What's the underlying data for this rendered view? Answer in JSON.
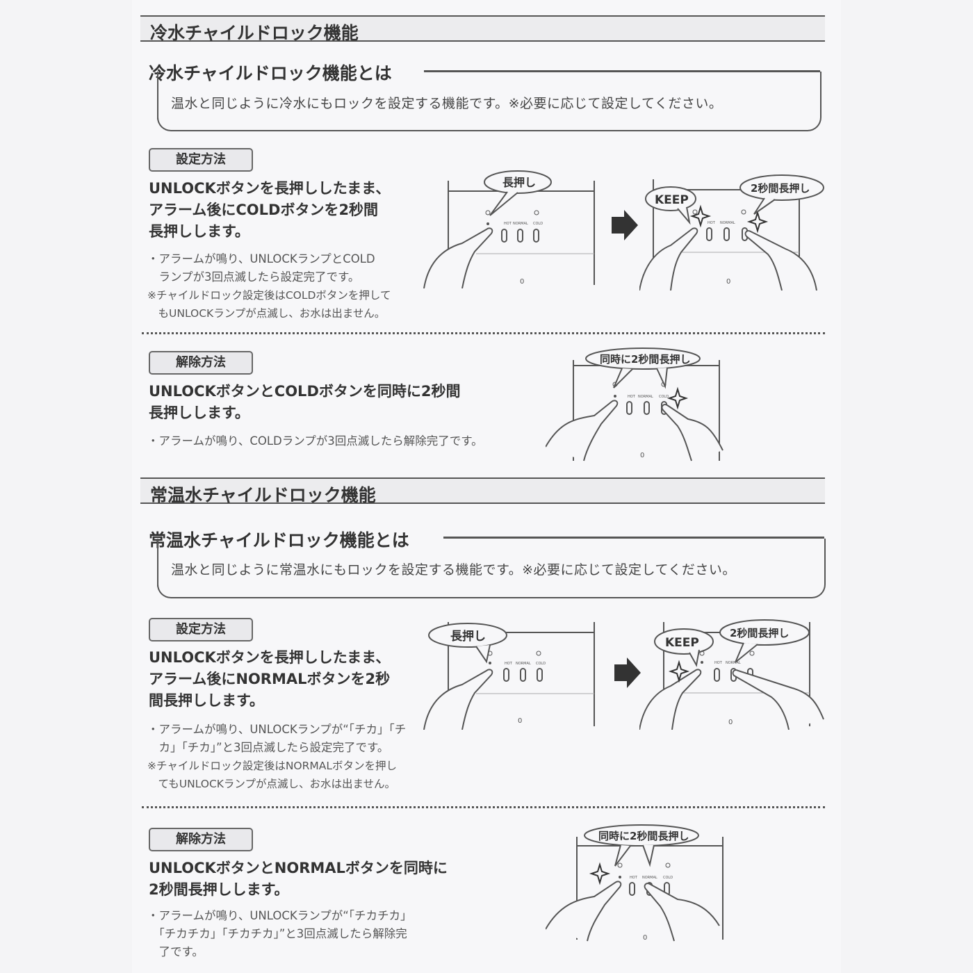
{
  "cold": {
    "header": "冷水チャイルドロック機能",
    "subtitle": "冷水チャイルドロック機能とは",
    "description": "温水と同じように冷水にもロックを設定する機能です。※必要に応じて設定してください。",
    "setting": {
      "tag": "設定方法",
      "instruction_lines": [
        "UNLOCKボタンを長押ししたまま、",
        "アラーム後にCOLDボタンを2秒間",
        "長押しします。"
      ],
      "note_lines": [
        "・アラームが鳴り、UNLOCKランプとCOLD",
        "　ランプが3回点滅したら設定完了です。",
        "※チャイルドロック設定後はCOLDボタンを押して",
        "　もUNLOCKランプが点滅し、お水は出ません。"
      ],
      "bubble_press": "長押し",
      "bubble_keep": "KEEP",
      "bubble_2sec": "2秒間長押し"
    },
    "release": {
      "tag": "解除方法",
      "instruction_lines": [
        "UNLOCKボタンとCOLDボタンを同時に2秒間",
        "長押しします。"
      ],
      "note_lines": [
        "・アラームが鳴り、COLDランプが3回点滅したら解除完了です。"
      ],
      "bubble_simul": "同時に2秒間長押し"
    }
  },
  "normal": {
    "header": "常温水チャイルドロック機能",
    "subtitle": "常温水チャイルドロック機能とは",
    "description": "温水と同じように常温水にもロックを設定する機能です。※必要に応じて設定してください。",
    "setting": {
      "tag": "設定方法",
      "instruction_lines": [
        "UNLOCKボタンを長押ししたまま、",
        "アラーム後にNORMALボタンを2秒",
        "間長押しします。"
      ],
      "note_lines": [
        "・アラームが鳴り、UNLOCKランプが“「チカ」「チ",
        "　カ」「チカ」”と3回点滅したら設定完了です。",
        "※チャイルドロック設定後はNORMALボタンを押し",
        "　てもUNLOCKランプが点滅し、お水は出ません。"
      ],
      "bubble_press": "長押し",
      "bubble_keep": "KEEP",
      "bubble_2sec": "2秒間長押し"
    },
    "release": {
      "tag": "解除方法",
      "instruction_lines": [
        "UNLOCKボタンとNORMALボタンを同時に",
        "2秒間長押しします。"
      ],
      "note_lines": [
        "・アラームが鳴り、UNLOCKランプが“「チカチカ」",
        "　「チカチカ」「チカチカ」”と3回点滅したら解除完",
        "　了です。"
      ],
      "bubble_simul": "同時に2秒間長押し"
    }
  },
  "panel": {
    "hot": "HOT",
    "normal": "NORMAL",
    "cold": "COLD",
    "drain": "0"
  }
}
